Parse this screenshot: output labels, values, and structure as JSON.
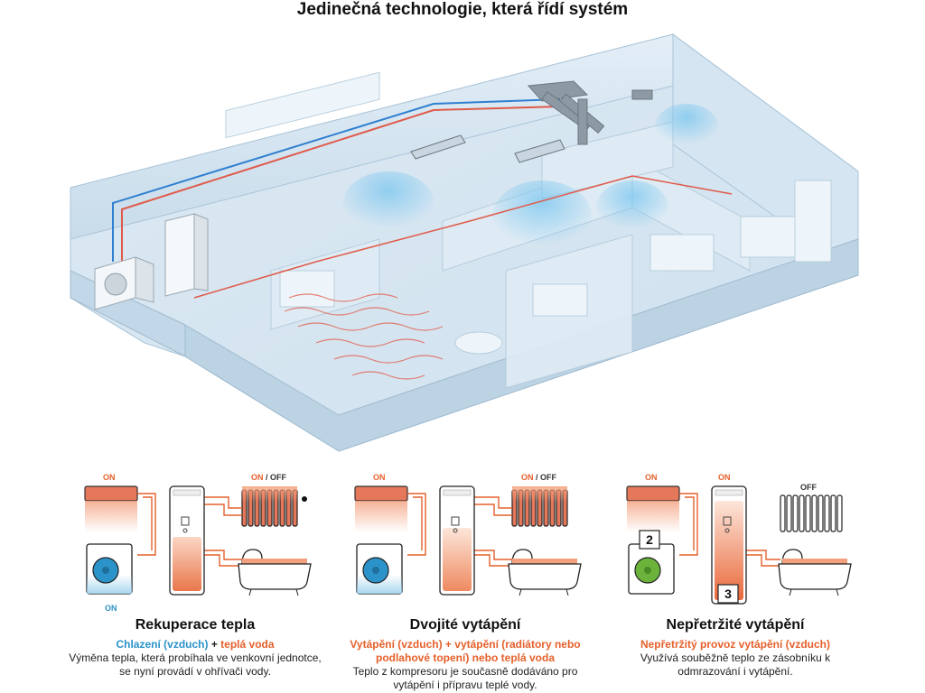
{
  "title": "Jedinečná technologie, která řídí systém",
  "labels": {
    "on": "ON",
    "off": "OFF",
    "on_off_on": "ON",
    "on_off_sep": " / ",
    "on_off_off": "OFF",
    "num2": "2",
    "num3": "3"
  },
  "modes": [
    {
      "title": "Rekuperace tepla",
      "sub_a": "Chlazení (vzduch)",
      "sub_sep": " + ",
      "sub_b": "teplá voda",
      "desc": "Výměna tepla, která probíhala ve venkovní jednotce, se nyní provádí v ohřívači vody."
    },
    {
      "title": "Dvojité vytápění",
      "sub": "Vytápění (vzduch) + vytápění (radiátory nebo podlahové topení) nebo teplá voda",
      "desc": "Teplo z kompresoru je současně dodáváno pro vytápění i přípravu teplé vody."
    },
    {
      "title": "Nepřetržité vytápění",
      "sub": "Nepřetržitý provoz vytápění (vzduch)",
      "desc": "Využívá souběžně teplo ze zásobníku k odmrazování i vytápění."
    }
  ],
  "colors": {
    "accent_orange": "#e5602b",
    "accent_blue": "#2b93c9",
    "accent_green": "#6bb33b"
  }
}
